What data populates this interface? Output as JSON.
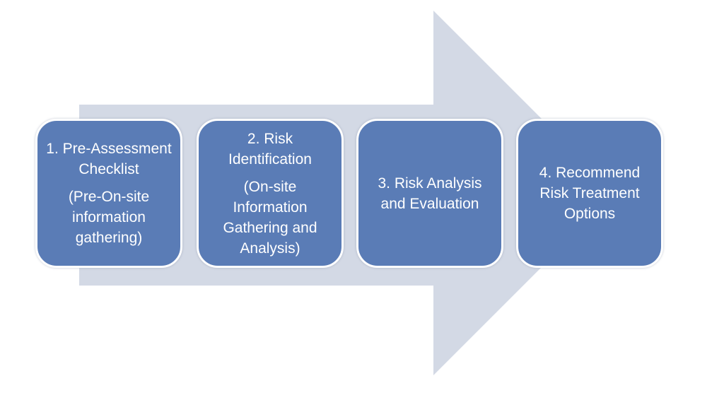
{
  "colors": {
    "background": "#ffffff",
    "arrow_fill": "#d3d9e5",
    "box_fill": "#5a7cb6",
    "box_border": "#ffffff",
    "text": "#ffffff"
  },
  "arrow": {
    "direction": "right"
  },
  "steps": [
    {
      "title": "1. Pre-Assessment Checklist",
      "subtitle": "(Pre-On-site information gathering)"
    },
    {
      "title": "2. Risk Identification",
      "subtitle": "(On-site Information Gathering and Analysis)"
    },
    {
      "title": "3. Risk Analysis and Evaluation",
      "subtitle": ""
    },
    {
      "title": "4. Recommend Risk Treatment Options",
      "subtitle": ""
    }
  ]
}
